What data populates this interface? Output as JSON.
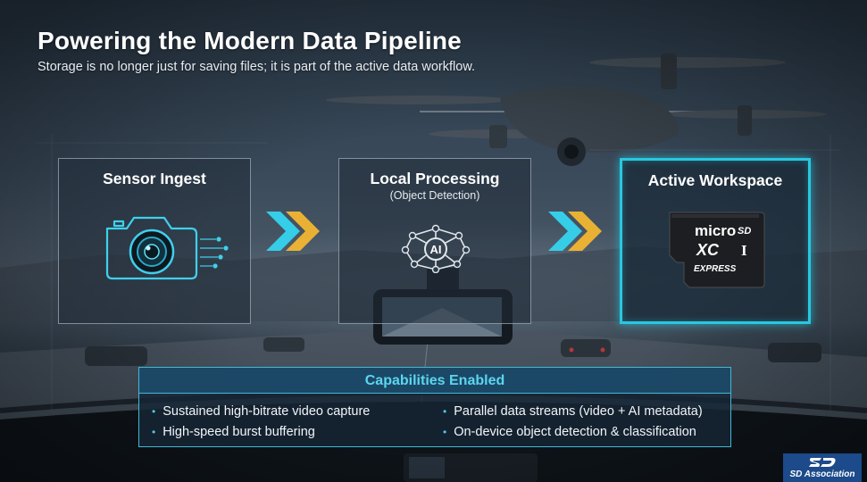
{
  "slide": {
    "title": "Powering the Modern Data Pipeline",
    "subtitle": "Storage is no longer just for saving files; it is part of the active data workflow."
  },
  "pipeline": {
    "stages": [
      {
        "title": "Sensor Ingest",
        "subtitle": "",
        "icon": "camera-icon"
      },
      {
        "title": "Local Processing",
        "subtitle": "(Object Detection)",
        "icon": "ai-network-icon"
      },
      {
        "title": "Active Workspace",
        "subtitle": "",
        "icon": "microsd-card-icon"
      }
    ],
    "connector_icon": "double-chevron-right-icon"
  },
  "card": {
    "brand": "micro",
    "sd_mark": "SD",
    "class": "XC",
    "bus": "I",
    "variant": "EXPRESS"
  },
  "capabilities": {
    "header": "Capabilities Enabled",
    "left": [
      "Sustained high-bitrate video capture",
      "High-speed burst buffering"
    ],
    "right": [
      "Parallel data streams (video + AI metadata)",
      "On-device object detection & classification"
    ]
  },
  "logo": {
    "text": "SD Association",
    "icon": "sd-association-logo"
  },
  "colors": {
    "accent_cyan": "#28c8e0",
    "chevron_cyan": "#35d4ee",
    "chevron_gold": "#f2b632",
    "capabilities_header_text": "#5cd6ee",
    "logo_background": "#1c4a8a"
  }
}
